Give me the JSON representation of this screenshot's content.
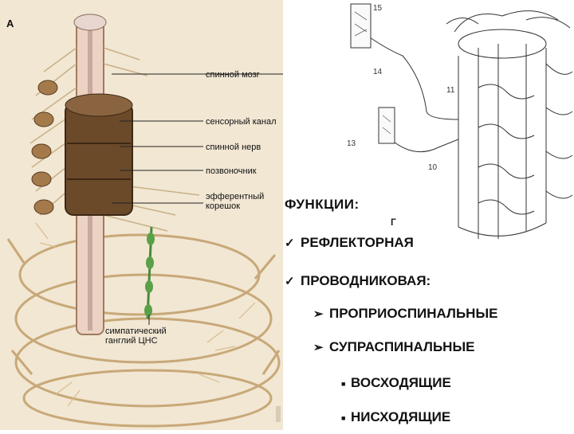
{
  "figure_left": {
    "label": "А",
    "callouts": {
      "spinal_cord": "спинной мозг",
      "sensory_canal": "сенсорный канал",
      "spinal_nerve": "спинной нерв",
      "vertebra": "позвоночник",
      "efferent_root": "эфферентный корешок",
      "ganglion": "симпатический ганглий ЦНС"
    },
    "colors": {
      "background": "#f1e7d3",
      "vertebra": "#6b4a2a",
      "nerve": "#c8a878",
      "ganglion": "#4a8a3a"
    }
  },
  "figure_right": {
    "label": "Г",
    "numbers": [
      "15",
      "14",
      "11",
      "13",
      "10"
    ]
  },
  "functions": {
    "title": "ФУНКЦИИ:",
    "items": [
      {
        "text": "РЕФЛЕКТОРНАЯ",
        "level": 1,
        "marker": "check"
      },
      {
        "text": "ПРОВОДНИКОВАЯ:",
        "level": 1,
        "marker": "check"
      },
      {
        "text": "ПРОПРИОСПИНАЛЬНЫЕ",
        "level": 2,
        "marker": "arrow"
      },
      {
        "text": "СУПРАСПИНАЛЬНЫЕ",
        "level": 2,
        "marker": "arrow"
      },
      {
        "text": "ВОСХОДЯЩИЕ",
        "level": 3,
        "marker": "square"
      },
      {
        "text": "НИСХОДЯЩИЕ",
        "level": 3,
        "marker": "square"
      }
    ]
  }
}
